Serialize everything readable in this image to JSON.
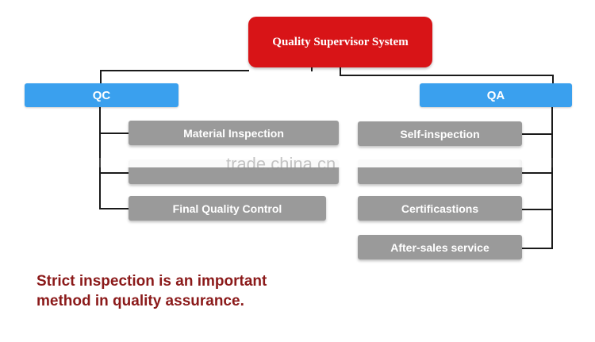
{
  "diagram": {
    "root": "Quality Supervisor System",
    "left_branch": {
      "label": "QC",
      "items": [
        "Material Inspection",
        "",
        "Final Quality Control"
      ]
    },
    "right_branch": {
      "label": "QA",
      "items": [
        "Self-inspection",
        "",
        "Certificastions",
        "After-sales service"
      ]
    }
  },
  "note": "Strict inspection is an important\nmethod in quality assurance.",
  "watermark": "trade.china.cn",
  "colors": {
    "root_fill": "#d81417",
    "category_fill": "#3aa0ee",
    "item_fill": "#9a9a9a",
    "note_text": "#8b1a1a"
  }
}
